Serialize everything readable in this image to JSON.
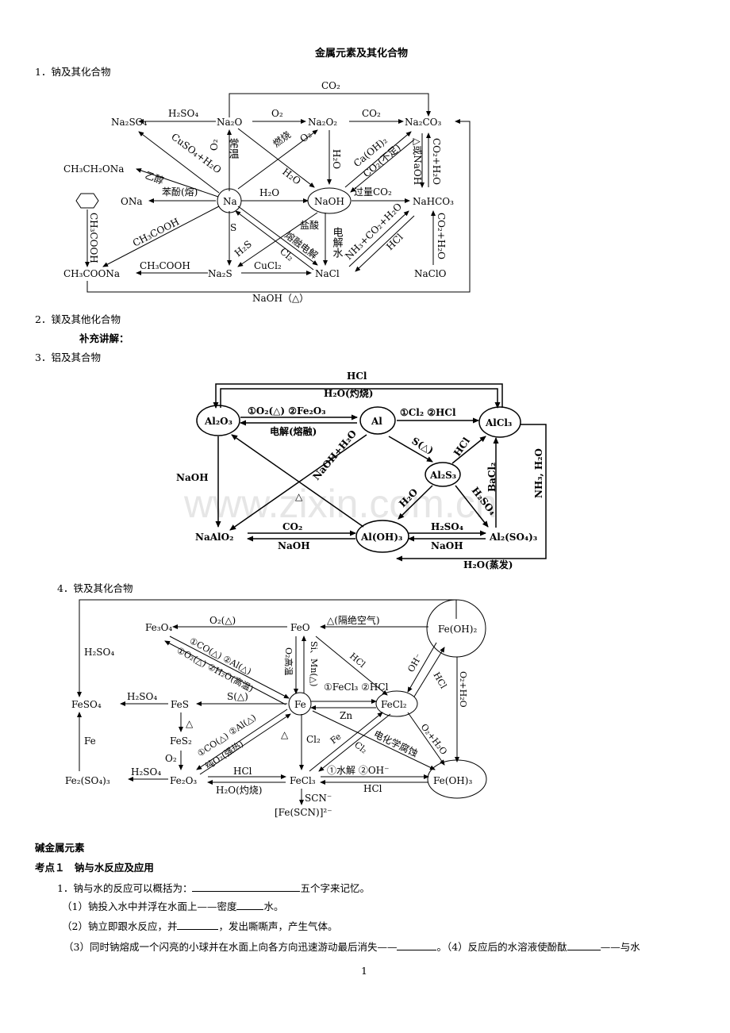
{
  "page_title": "金属元素及其化合物",
  "sections": {
    "s1": "1．钠及其化合物",
    "s2": "2．镁及其他化合物",
    "s2_note": "补充讲解：",
    "s3": "3．铝及其合物",
    "s4": "4．铁及其化合物"
  },
  "sodium": {
    "nodes": {
      "na2so4": "Na₂SO₄",
      "na2o": "Na₂O",
      "na2o2": "Na₂O₂",
      "na2co3": "Na₂CO₃",
      "ethoxide": "CH₃CH₂ONa",
      "phenoxide": "ONa",
      "na": "Na",
      "naoh": "NaOH",
      "nahco3": "NaHCO₃",
      "acetate": "CH₃COONa",
      "na2s": "Na₂S",
      "nacl": "NaCl",
      "naclo": "NaClO"
    },
    "labels": {
      "co2_top": "CO₂",
      "h2so4": "H₂SO₄",
      "o2_a": "O₂",
      "co2_b": "CO₂",
      "cuso4": "CuSO₄+H₂O",
      "o2_vert": "O₂",
      "normal": "常温",
      "burn": "燃烧",
      "o2_diag": "O₂",
      "h2o_vert": "H₂O",
      "caoh2": "Ca(OH)₂",
      "co2_insuf": "CO₂(不足)",
      "heat_or_naoh": "△或NaOH",
      "co2_h2o": "CO₂+H₂O",
      "ethanol": "乙醇",
      "phenol": "苯酚(熔)",
      "h2o_na": "H₂O",
      "h2o_diag": "H₂O",
      "excess_co2": "过量CO₂",
      "ch3cooh_diag": "CH₃COOH",
      "ch3cooh_vert": "CH₃COOH",
      "ch3cooh_h": "CH₃COOH",
      "s": "S",
      "hcl_acid": "盐酸",
      "electrolysis": "电解水",
      "melt_elec": "熔融电解",
      "nh3": "NH₃+CO₂+H₂O",
      "hcl": "HCl",
      "h2s": "H₂S",
      "cl2": "Cl₂",
      "cucl2": "CuCl₂",
      "co2_h2o_b": "CO₂+H₂O",
      "naoh_heat": "NaOH（△）"
    }
  },
  "aluminum": {
    "nodes": {
      "al2o3": "Al₂O₃",
      "al": "Al",
      "alcl3": "AlCl₃",
      "al2s3": "Al₂S₃",
      "naalo2": "NaAlO₂",
      "aloh3": "Al(OH)₃",
      "al2so43": "Al₂(SO₄)₃"
    },
    "labels": {
      "hcl_top": "HCl",
      "h2o_burn": "H₂O(灼烧)",
      "o2_fe2o3": "①O₂(△) ②Fe₂O₃",
      "cl2_hcl": "①Cl₂ ②HCl",
      "elec": "电解(熔融)",
      "naoh_left": "NaOH",
      "naoh_h2o": "NaOH+H₂O",
      "s_heat": "S(△)",
      "hcl_diag": "HCl",
      "bacl2": "BaCl₂",
      "nh3_h2o": "NH₃, H₂O",
      "heat": "△",
      "h2o_diag": "H₂O",
      "h2so4_diag": "H₂SO₄",
      "co2": "CO₂",
      "naoh_bot": "NaOH",
      "h2so4": "H₂SO₄",
      "naoh_bot2": "NaOH",
      "h2o_evap": "H₂O(蒸发)"
    },
    "watermark": "www.zixin.com.cn"
  },
  "iron": {
    "nodes": {
      "fe3o4": "Fe₃O₄",
      "feo": "FeO",
      "feoh2": "Fe(OH)₂",
      "feso4": "FeSO₄",
      "fes": "FeS",
      "fe": "Fe",
      "fecl2": "FeCl₂",
      "fes2": "FeS₂",
      "fe2so43": "Fe₂(SO₄)₃",
      "fe2o3": "Fe₂O₃",
      "fecl3": "FeCl₃",
      "feoh3": "Fe(OH)₃",
      "fescn": "[Fe(SCN)]²⁻"
    },
    "labels": {
      "o2_heat": "O₂(△)",
      "heat_no_air": "△(隔绝空气)",
      "co_al": "①CO(△) ②Al(△)",
      "o2_h2o_hot": "①O₂(△) ②H₂O(高温)",
      "o2_high": "O₂高温",
      "si_mn": "Si、Mn(△)",
      "hcl_a": "HCl",
      "oh": "OH⁻",
      "hcl_b": "HCl",
      "h2so4_vert": "H₂SO₄",
      "fecl3_hcl": "①FeCl₃ ②HCl",
      "zn": "Zn",
      "h2so4_a": "H₂SO₄",
      "s_heat": "S(△)",
      "o2_h2o_v": "O₂+H₂O",
      "heat1": "△",
      "fe": "Fe",
      "co_al2": "①CO(△) ②Al(△)",
      "pure_o2": "纯O₂(强热)",
      "heat2": "△",
      "cl2_v": "Cl₂",
      "fe_diag": "Fe",
      "cl2_diag": "Cl₂",
      "electro": "电化学腐蚀",
      "o2_h2o_d": "O₂+H₂O",
      "o2": "O₂",
      "hydro_oh": "①水解 ②OH⁻",
      "h2so4_b": "H₂SO₄",
      "hcl_c": "HCl",
      "h2o_burn": "H₂O(灼烧)",
      "hcl_d": "HCl",
      "scn": "SCN⁻"
    }
  },
  "text": {
    "heading": "碱金属元素",
    "kp_label": "考点１",
    "kp_title": "钠与水反应及应用",
    "q1_a": "1．钠与水的反应可以概括为：",
    "q1_b": "五个字来记忆。",
    "q1_1a": "（1）钠投入水中并浮在水面上——密度",
    "q1_1b": "水。",
    "q1_2a": "（2）钠立即跟水反应，并",
    "q1_2b": "，发出嘶嘶声，产生气体。",
    "q1_3a": "（3）同时钠熔成一个闪亮的小球并在水面上向各方向迅速游动最后消失——",
    "q1_3b": "。（4）反应后的水溶液使酚酞",
    "q1_3c": "——与水"
  },
  "page_number": "1"
}
